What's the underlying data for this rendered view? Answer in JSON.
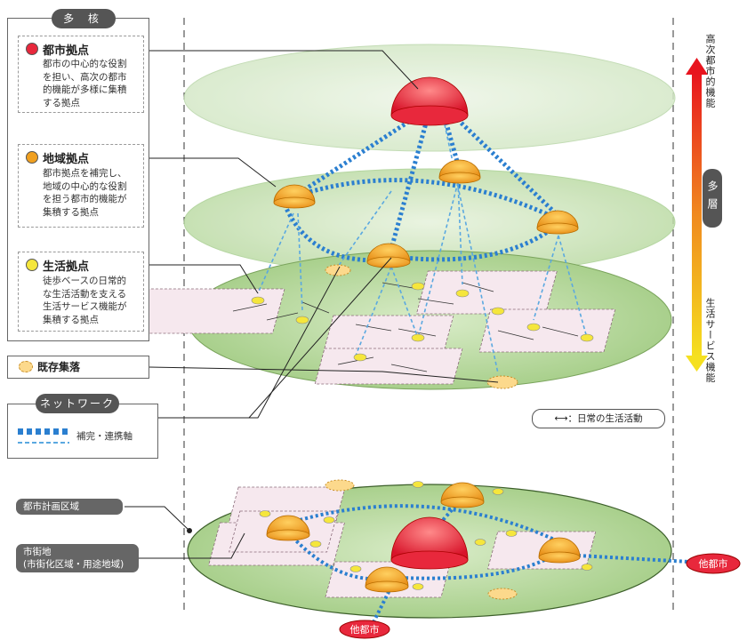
{
  "legend": {
    "multicore_title": "多 核",
    "urban_hub": {
      "title": "都市拠点",
      "desc": [
        "都市の中心的な役割",
        "を担い、高次の都市",
        "的機能が多様に集積",
        "する拠点"
      ]
    },
    "regional_hub": {
      "title": "地域拠点",
      "desc": [
        "都市拠点を補完し、",
        "地域の中心的な役割",
        "を担う都市的機能が",
        "集積する拠点"
      ]
    },
    "living_hub": {
      "title": "生活拠点",
      "desc": [
        "徒歩ベースの日常的",
        "な生活活動を支える",
        "生活サービス機能が",
        "集積する拠点"
      ]
    },
    "existing_village": "既存集落",
    "network_title": "ネットワーク",
    "network_item": "補完・連携軸",
    "daily_activity": "⟷：日常の生活活動"
  },
  "axis": {
    "top_label": "高次都市的機能",
    "middle_label": "多層",
    "bottom_label": "生活サービス機能"
  },
  "plan": {
    "city_planning_area": "都市計画区域",
    "urban_area_line1": "市街地",
    "urban_area_line2": "(市街化区域・用途地域)",
    "other_city_right": "他都市",
    "other_city_bottom": "他都市"
  },
  "colors": {
    "urban_hub": "#e8283c",
    "regional_hub": "#f0a020",
    "living_hub": "#f5e63c",
    "network": "#2b8ad0",
    "layer_green": "#a8d08a",
    "plan_green": "#9cc97a"
  }
}
